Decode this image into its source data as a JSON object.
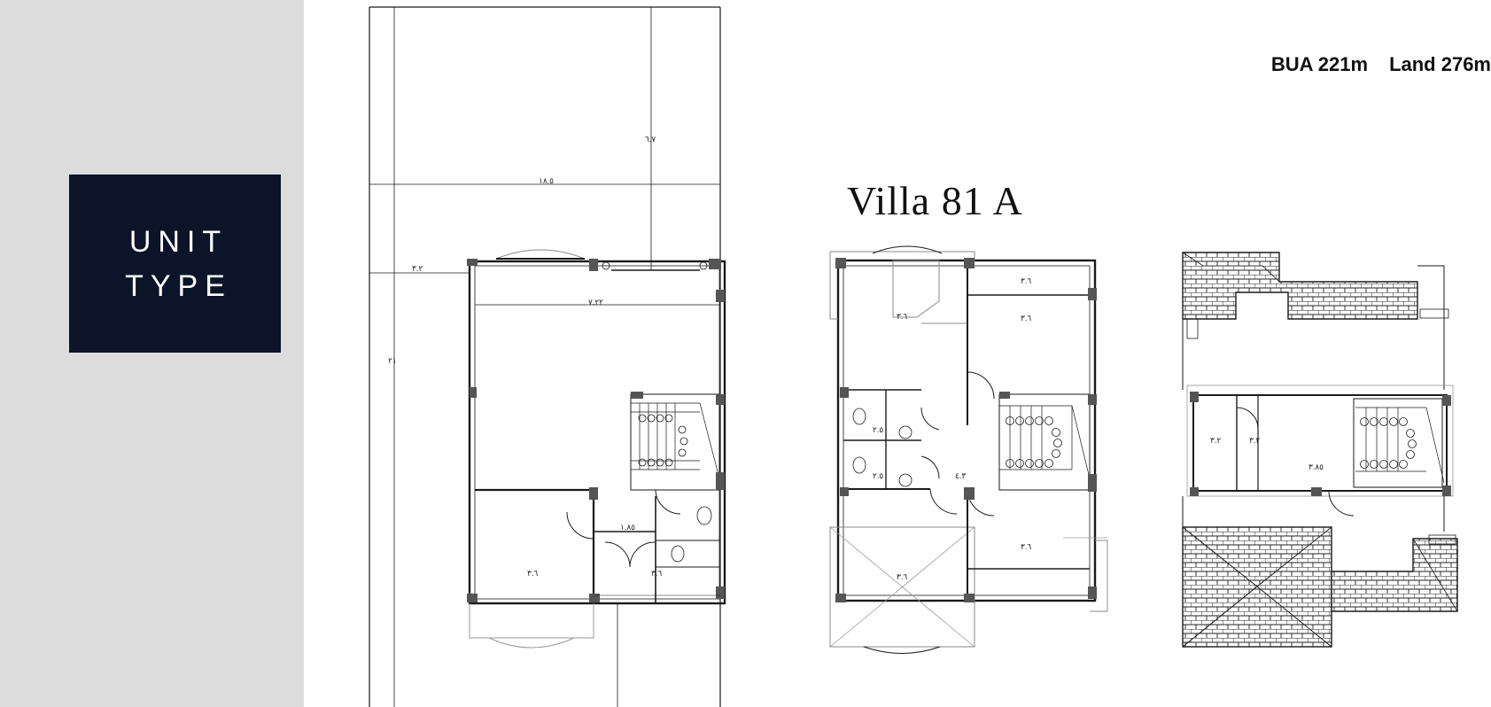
{
  "sidebar": {
    "unit_type": {
      "line1": "UNIT",
      "line2": "TYPE"
    }
  },
  "header": {
    "bua": "BUA 221m",
    "land": "Land 276m"
  },
  "plan": {
    "title": "Villa  81 A"
  },
  "colors": {
    "sidebar_bg": "#dcdcdd",
    "unit_box_bg": "#0b1429",
    "unit_box_text": "#ffffff",
    "drawing_line": "#1a1a1a"
  }
}
